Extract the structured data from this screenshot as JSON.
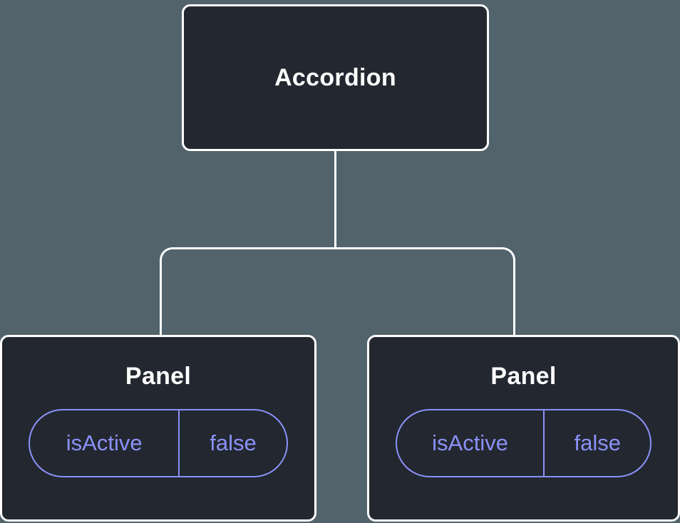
{
  "diagram": {
    "root": {
      "label": "Accordion"
    },
    "children": [
      {
        "label": "Panel",
        "props": [
          {
            "name": "isActive",
            "value": "false"
          }
        ]
      },
      {
        "label": "Panel",
        "props": [
          {
            "name": "isActive",
            "value": "false"
          }
        ]
      }
    ]
  },
  "colors": {
    "canvas": "#52636b",
    "node_fill": "#23272f",
    "node_border": "#ffffff",
    "accent": "#8a92f8"
  }
}
